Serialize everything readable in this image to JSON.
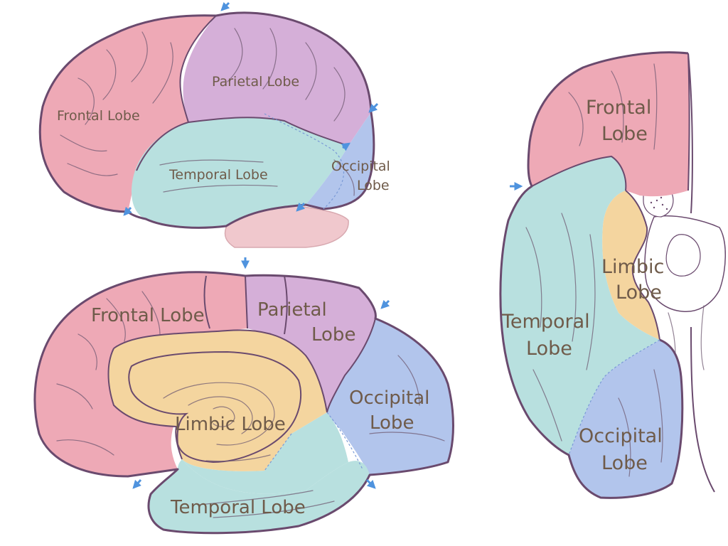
{
  "colors": {
    "frontal": "#eea9b6",
    "parietal": "#d5afd8",
    "temporal": "#b8e0df",
    "occipital": "#b2c5ec",
    "limbic": "#f4d59f",
    "cerebellum": "#f0c8cd",
    "outline": "#6a4a6e",
    "label_text": "#6f5b4a",
    "arrow": "#4f93de"
  },
  "lateral_view": {
    "labels": {
      "frontal": "Frontal Lobe",
      "parietal": "Parietal Lobe",
      "temporal": "Temporal Lobe",
      "occipital_line1": "Occipital",
      "occipital_line2": "Lobe"
    },
    "arrow_count": 5
  },
  "medial_view": {
    "labels": {
      "frontal": "Frontal Lobe",
      "parietal_line1": "Parietal",
      "parietal_line2": "Lobe",
      "occipital_line1": "Occipital",
      "occipital_line2": "Lobe",
      "limbic": "Limbic Lobe",
      "temporal": "Temporal Lobe"
    },
    "arrow_count": 4
  },
  "inferior_view": {
    "labels": {
      "frontal_line1": "Frontal",
      "frontal_line2": "Lobe",
      "temporal_line1": "Temporal",
      "temporal_line2": "Lobe",
      "limbic_line1": "Limbic",
      "limbic_line2": "Lobe",
      "occipital_line1": "Occipital",
      "occipital_line2": "Lobe"
    },
    "arrow_count": 1
  }
}
